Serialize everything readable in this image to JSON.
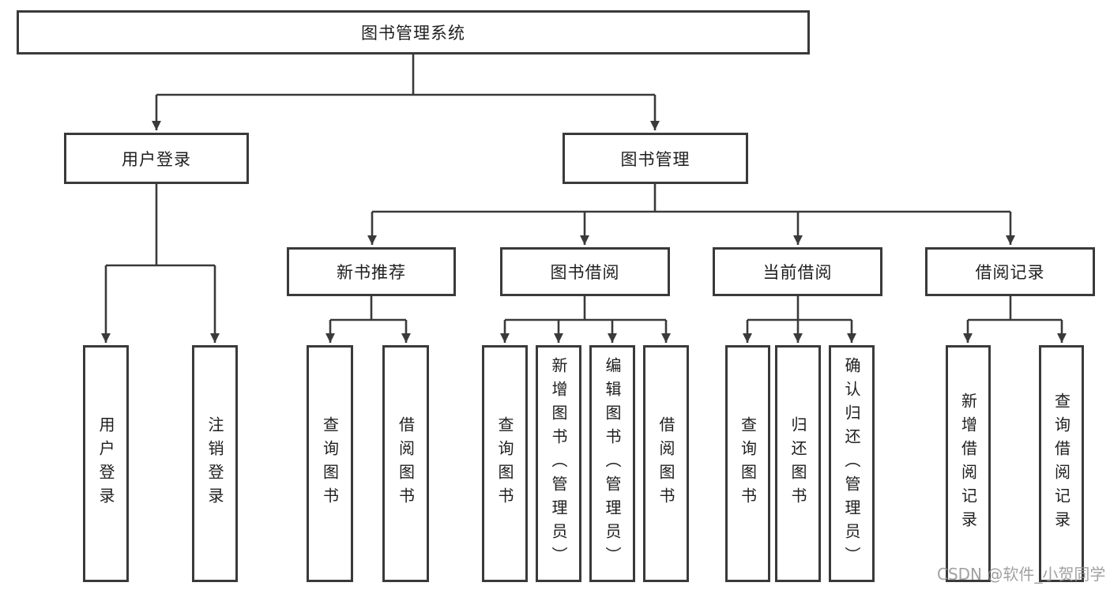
{
  "diagram": {
    "title": "图书管理系统",
    "root": {
      "label": "图书管理系统"
    },
    "branches": [
      {
        "label": "用户登录",
        "children": [
          "用户登录",
          "注销登录"
        ]
      },
      {
        "label": "图书管理",
        "groups": [
          {
            "label": "新书推荐",
            "children": [
              "查询图书",
              "借阅图书"
            ]
          },
          {
            "label": "图书借阅",
            "children": [
              "查询图书",
              "新增图书（管理员）",
              "编辑图书（管理员）",
              "借阅图书"
            ]
          },
          {
            "label": "当前借阅",
            "children": [
              "查询图书",
              "归还图书",
              "确认归还（管理员）"
            ]
          },
          {
            "label": "借阅记录",
            "children": [
              "新增借阅记录",
              "查询借阅记录"
            ]
          }
        ]
      }
    ],
    "colors": {
      "line": "#3a3a3a",
      "watermark": "#949494"
    }
  },
  "watermark": "CSDN @软件_小贺同学"
}
